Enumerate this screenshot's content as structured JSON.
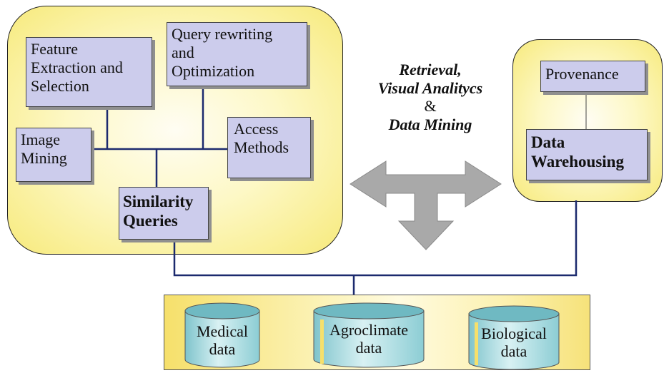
{
  "left_panel": {
    "feature_box": [
      "Feature",
      "Extraction and",
      "Selection"
    ],
    "query_box": [
      "Query rewriting",
      "and",
      "Optimization"
    ],
    "image_box": [
      "Image",
      "Mining"
    ],
    "access_box": [
      "Access",
      "Methods"
    ],
    "similarity_box": [
      "Similarity",
      "Queries"
    ]
  },
  "center": {
    "line1": "Retrieval,",
    "line2": "Visual Analitycs",
    "amp": "&",
    "line3": "Data Mining"
  },
  "right_panel": {
    "provenance": "Provenance",
    "warehousing": [
      "Data",
      "Warehousing"
    ]
  },
  "databases": [
    {
      "line1": "Medical",
      "line2": "data"
    },
    {
      "line1": "Agroclimate",
      "line2": "data"
    },
    {
      "line1": "Biological",
      "line2": "data"
    }
  ],
  "colors": {
    "box_fill": "#ccccec",
    "panel_yellow": "#f7ea7c",
    "connector": "#1c2a6e",
    "arrow_gray": "#a9a9a9",
    "cylinder_cyan": "#9fd6dc"
  }
}
